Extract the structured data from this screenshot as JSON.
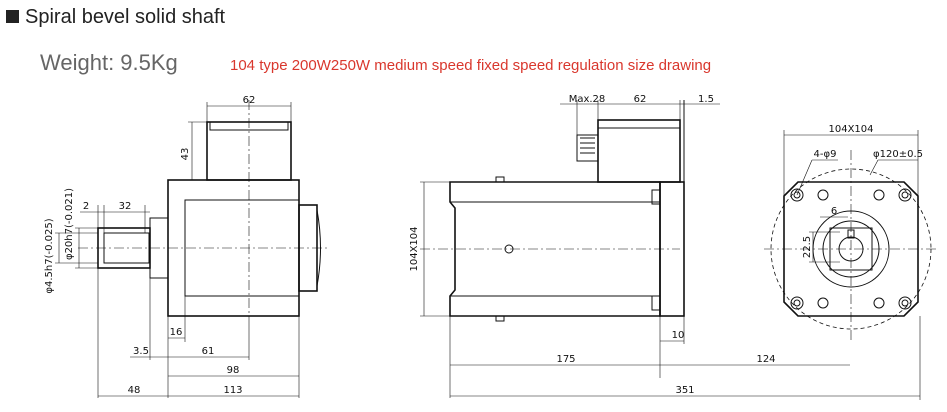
{
  "header": {
    "title": "Spiral bevel solid shaft",
    "weight": "Weight: 9.5Kg",
    "subtitle": "104 type 200W250W medium speed fixed speed regulation size drawing"
  },
  "icons": {
    "title_bullet": "black-square-bullet"
  },
  "colors": {
    "subtitle": "#d9372d",
    "title": "#222222",
    "weight": "#666666",
    "lines": "#111111"
  },
  "left_view": {
    "dims": {
      "box_width": "62",
      "box_height": "43",
      "key_offset": "2",
      "key_length": "32",
      "shaft_dia": "φ20h7(-0.021)",
      "key_depth": "φ4.5h7(-0.025)",
      "flange": "16",
      "d35": "3.5",
      "d61": "61",
      "d98": "98",
      "d48": "48",
      "d113": "113"
    }
  },
  "right_view": {
    "dims": {
      "max": "Max.28",
      "box_width": "62",
      "d15": "1.5",
      "height": "104X104",
      "flange": "10",
      "d175": "175",
      "d124": "124",
      "total": "351"
    }
  },
  "end_view": {
    "dims": {
      "square": "104X104",
      "holes": "4-φ9",
      "pcd": "φ120±0.5",
      "key": "6",
      "shaft": "22.5"
    }
  }
}
